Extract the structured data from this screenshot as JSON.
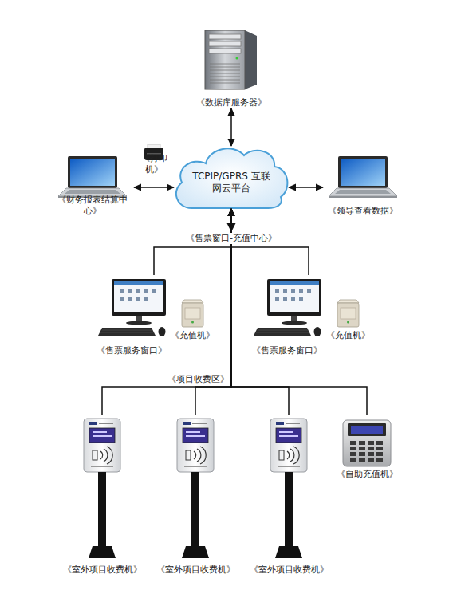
{
  "diagram": {
    "nodes": [
      {
        "text": [
          "《数据库服务器》"
        ]
      },
      {
        "text": [
          "《打印机》"
        ]
      },
      {
        "text": [
          "《财务报表结算中心》"
        ]
      },
      {
        "text": [
          "TCPIP/GPRS 互联网云平台"
        ]
      },
      {
        "text": [
          "《领导查看数据》"
        ]
      },
      {
        "text": [
          "《售票服务窗口》"
        ]
      },
      {
        "text": [
          "《充值机》"
        ]
      },
      {
        "text": [
          "《售票服务窗口》"
        ]
      },
      {
        "text": [
          "《充值机》"
        ]
      },
      {
        "text": [
          "《室外项目收费机》"
        ]
      },
      {
        "text": [
          "《室外项目收费机》"
        ]
      },
      {
        "text": [
          "《室外项目收费机》"
        ]
      },
      {
        "text": [
          "《自助充值机》"
        ]
      }
    ],
    "edges": [
      {
        "from": 0,
        "to": 3,
        "arrow": "both"
      },
      {
        "from": 2,
        "to": 3,
        "arrow": "both"
      },
      {
        "from": 3,
        "to": 4,
        "arrow": "both"
      },
      {
        "from": 5,
        "to": 3,
        "arrow": "to"
      },
      {
        "from": 7,
        "to": 3,
        "arrow": "to"
      },
      {
        "from": 9,
        "to": 3,
        "arrow": "to"
      },
      {
        "from": 10,
        "to": 3,
        "arrow": "to"
      },
      {
        "from": 11,
        "to": 3,
        "arrow": "to"
      },
      {
        "from": 12,
        "to": 3,
        "arrow": "to"
      }
    ],
    "labels": [
      "《售票窗口-充值中心》",
      "《项目收费区》"
    ]
  }
}
